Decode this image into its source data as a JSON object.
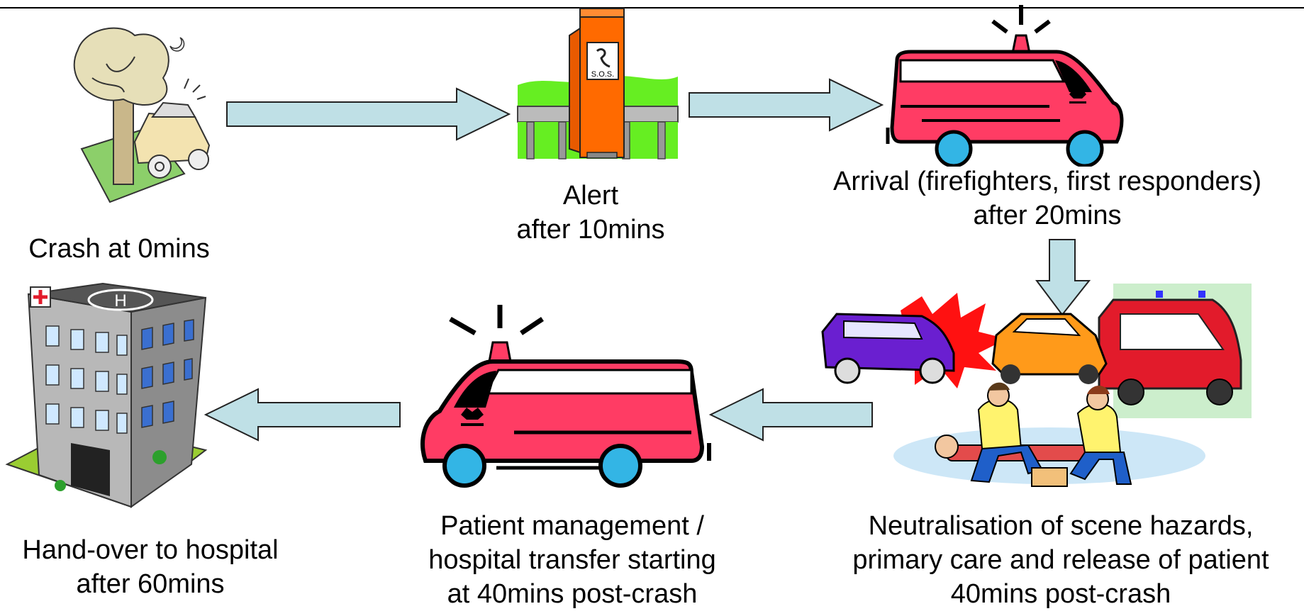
{
  "steps": {
    "crash": {
      "line1": "Crash at 0mins"
    },
    "alert": {
      "line1": "Alert",
      "line2": "after 10mins",
      "sign_text": "S.O.S."
    },
    "arrival": {
      "line1": "Arrival (firefighters, first responders)",
      "line2": "after 20mins"
    },
    "neutralisation": {
      "line1": "Neutralisation of scene hazards,",
      "line2": "primary care and release of patient",
      "line3": "40mins post-crash"
    },
    "transfer": {
      "line1": "Patient management /",
      "line2": "hospital transfer starting",
      "line3": "at 40mins post-crash"
    },
    "handover": {
      "line1": "Hand-over to hospital",
      "line2": "after 60mins",
      "helipad_letter": "H"
    }
  },
  "colors": {
    "arrow_fill": "#bfe0e6",
    "ambulance_red": "#ff3c64",
    "wheel_blue": "#33b5e5",
    "sos_orange": "#ff6a00",
    "grass_green": "#66ee22"
  }
}
